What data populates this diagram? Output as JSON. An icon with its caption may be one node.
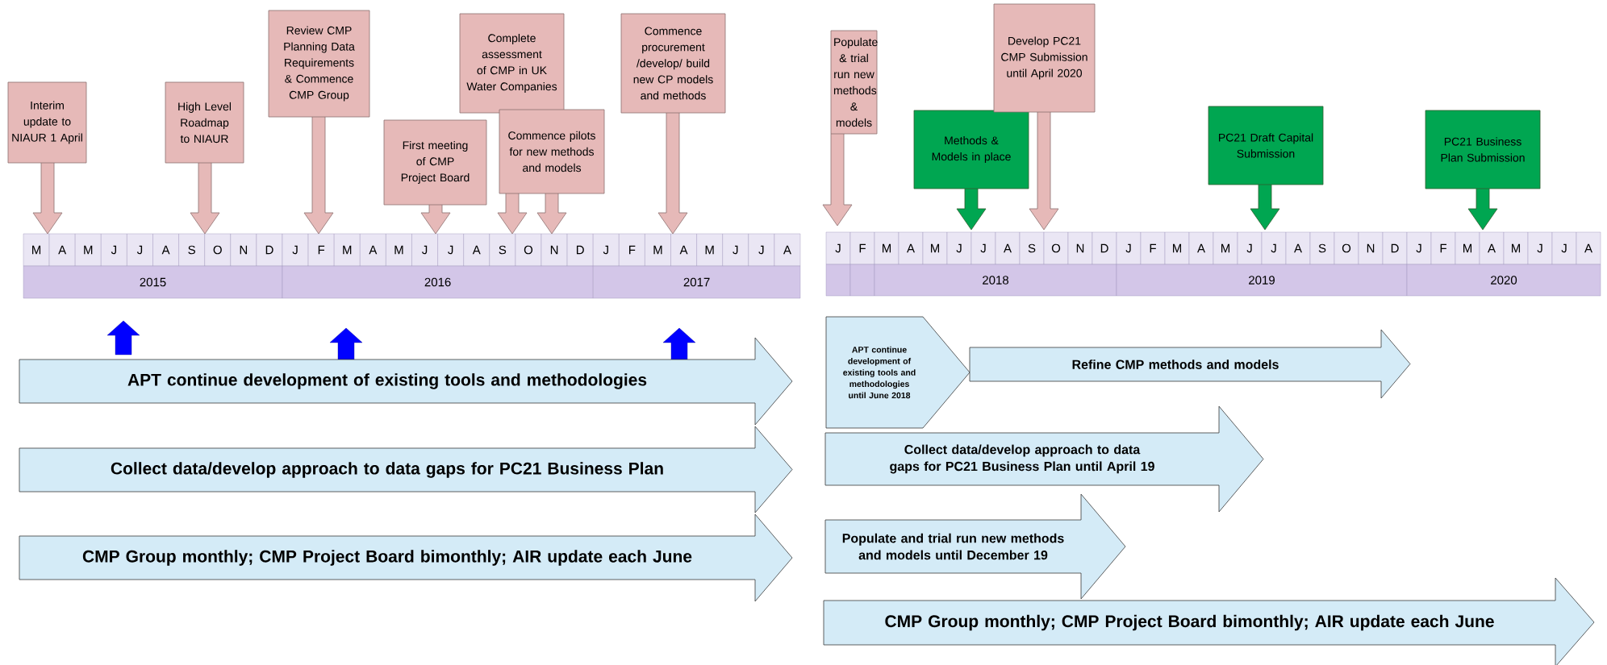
{
  "diagram": {
    "nodes": [
      {
        "text": [
          "Interim update to NIAUR 1 April"
        ]
      },
      {
        "text": [
          "High Level Roadmap to NIAUR"
        ]
      },
      {
        "text": [
          "Review CMP Planning Data Requirements & Commence CMP Group"
        ]
      },
      {
        "text": [
          "First meeting of CMP Project Board"
        ]
      },
      {
        "text": [
          "Complete assessment of CMP in UK Water Companies"
        ]
      },
      {
        "text": [
          "Commence pilots for new methods and models"
        ]
      },
      {
        "text": [
          "Commence procurement /develop/ build new CP models and methods"
        ]
      },
      {
        "text": [
          "Populate & trial run new methods & models"
        ]
      },
      {
        "text": [
          "Methods & Models in place"
        ]
      },
      {
        "text": [
          "Develop PC21 CMP Submission until April 2020"
        ]
      },
      {
        "text": [
          "PC21 Draft Capital Submission"
        ]
      },
      {
        "text": [
          "PC21 Business Plan Submission"
        ]
      },
      {
        "text": [
          "APT continue development of existing tools and methodologies"
        ]
      },
      {
        "text": [
          "Collect data/develop approach to data gaps for PC21 Business Plan"
        ]
      },
      {
        "text": [
          "CMP Group monthly; CMP Project Board bimonthly; AIR update each June"
        ]
      },
      {
        "text": [
          "APT continue development of existing tools and methodologies until June 2018"
        ]
      },
      {
        "text": [
          "Refine CMP methods and models"
        ]
      },
      {
        "text": [
          "Collect data/develop approach to data gaps for PC21 Business Plan until April 19"
        ]
      },
      {
        "text": [
          "Populate and trial run new methods and models until December 19"
        ]
      },
      {
        "text": [
          "CMP Group monthly; CMP Project Board bimonthly; AIR update each June"
        ]
      }
    ],
    "labels": [
      "M",
      "A",
      "M",
      "J",
      "J",
      "A",
      "S",
      "O",
      "N",
      "D",
      "J",
      "F",
      "M",
      "A",
      "M",
      "J",
      "J",
      "A",
      "S",
      "O",
      "N",
      "D",
      "J",
      "F",
      "M",
      "A",
      "M",
      "J",
      "J",
      "A",
      "2015",
      "2016",
      "2017",
      "J",
      "F",
      "M",
      "A",
      "M",
      "J",
      "J",
      "A",
      "S",
      "O",
      "N",
      "D",
      "J",
      "F",
      "M",
      "A",
      "M",
      "J",
      "J",
      "A",
      "S",
      "O",
      "N",
      "D",
      "J",
      "F",
      "M",
      "A",
      "M",
      "J",
      "J",
      "A",
      "2018",
      "2019",
      "2020"
    ]
  }
}
